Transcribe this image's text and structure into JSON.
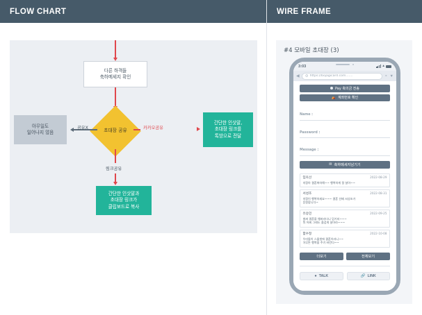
{
  "panels": {
    "left_title": "FLOW CHART",
    "right_title": "WIRE FRAME"
  },
  "flow": {
    "nodes": {
      "confirm": {
        "line1": "다른 하객들",
        "line2": "축하메세지 확인"
      },
      "decision": {
        "label": "초대장 공유"
      },
      "nothing": {
        "line1": "아무일도",
        "line2": "일어나지 않음"
      },
      "kakao": {
        "line1": "간단한 인삿말,",
        "line2": "초대장 링크를",
        "line3": "톡방으로 전달"
      },
      "clipboard": {
        "line1": "간단한 인삿말과",
        "line2": "초대장 링크가",
        "line3": "클립보드로 복사"
      }
    },
    "edges": {
      "no_share": "공유X",
      "kakao_share": "카카오공유",
      "link_share": "링크공유"
    },
    "colors": {
      "arrow_red": "#e0474c",
      "arrow_gray": "#5c6b78",
      "decision": "#f2c230",
      "teal": "#22b49a",
      "gray_box": "#c3cbd4",
      "canvas": "#eceff3"
    }
  },
  "wireframe": {
    "caption": "#4 모바일 초대장 (3)",
    "phone": {
      "status": {
        "time": "3:03",
        "wifi_icon": "wifi-icon",
        "signal_icon": "signal-icon",
        "battery_icon": "battery-icon"
      },
      "browser": {
        "back_icon": "chevron-left-icon",
        "gear_icon": "gear-icon",
        "url": "https://bojagicard.com.......",
        "search_icon": "search-icon",
        "menu_icon": "filter-icon"
      },
      "buttons": {
        "pay": "Pay 축의금 전송",
        "account": "계좌번호 확인",
        "leave_message": "축하메세지남기기",
        "more": "더보기",
        "view_all": "전체보기",
        "talk": "TALK",
        "link": "LINK"
      },
      "form": {
        "name_label": "Name :",
        "password_label": "Password :",
        "message_label": "Message :",
        "name_value": "",
        "password_value": "",
        "message_value": ""
      },
      "messages": [
        {
          "name": "임욱선",
          "date": "2022-08-29",
          "line1": "미정아 결혼축하해~~ 행복하게 잘 살아~~",
          "line2": ""
        },
        {
          "name": "서성조",
          "date": "2022-08-31",
          "line1": "미정이 행복하세요~~~ 결혼 선배 서성조가",
          "line2": "응원합니다~"
        },
        {
          "name": "유승민",
          "date": "2022-09-25",
          "line1": "벌써 결혼을 해버리다니 믿기지~~~",
          "line2": "뭐 어찌 그래도 즐겁게 살아라~~~"
        },
        {
          "name": "함수정",
          "date": "2022-10-08",
          "line1": "우리들이 스물셋에 결혼이라니~~",
          "line2": "아무튼 행복을 주기 바란다~~"
        }
      ]
    }
  }
}
